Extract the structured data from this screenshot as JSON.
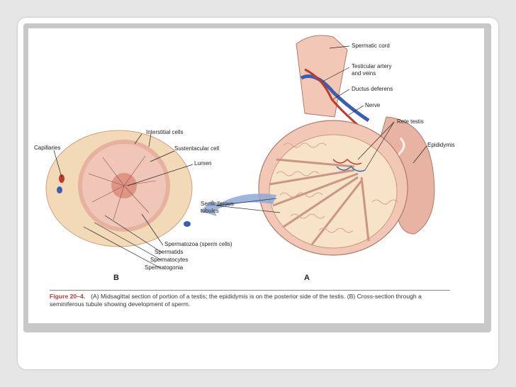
{
  "labels": {
    "spermatic_cord": "Spermatic cord",
    "testicular_artery_1": "Testicular artery",
    "testicular_artery_2": "and veins",
    "ductus_deferens": "Ductus deferens",
    "nerve": "Nerve",
    "rete_testis": "Rete testis",
    "epididymis": "Epididymis",
    "seminiferous_1": "Seminiferous",
    "seminiferous_2": "tubules",
    "interstitial_cells": "Interstitial cells",
    "capillaries": "Capillaries",
    "sustentacular_cell": "Sustentacular cell",
    "lumen": "Lumen",
    "spermatozoa": "Spermatozoa (sperm cells)",
    "spermatids": "Spermatids",
    "spermatocytes": "Spermatocytes",
    "spermatogonia": "Spermatogonia",
    "panel_a": "A",
    "panel_b": "B"
  },
  "caption": {
    "figure_label": "Figure 20–4.",
    "text": "(A) Midsagittal section of portion of a testis; the epididymis is on the posterior side of the testis. (B) Cross-section through a seminiferous tubule showing development of sperm."
  },
  "colors": {
    "tissue": "#f2c7b6",
    "tissue_dark": "#d99a86",
    "tubule": "#f6e3c8",
    "artery": "#c0392b",
    "vein": "#3a5fb0",
    "arrow": "#8fa8d8"
  }
}
